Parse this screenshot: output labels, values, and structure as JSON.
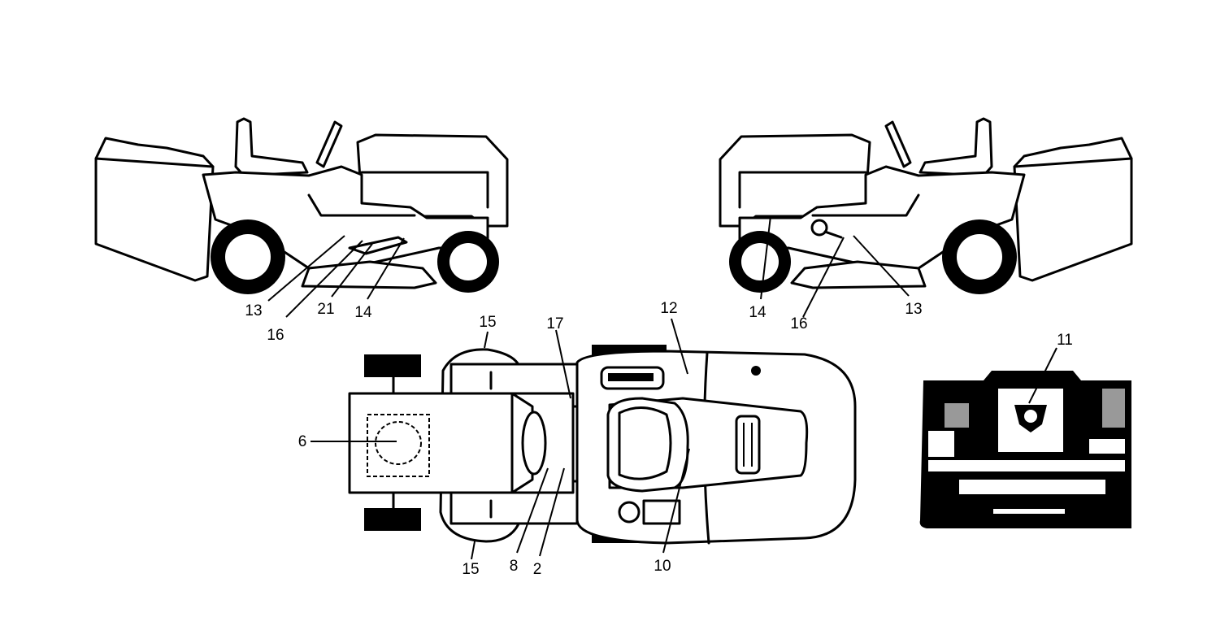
{
  "callouts": {
    "left_side": [
      "13",
      "16",
      "21",
      "14"
    ],
    "right_side": [
      "14",
      "16",
      "13"
    ],
    "top_view": [
      "15",
      "17",
      "12",
      "6",
      "15",
      "8",
      "2",
      "10"
    ],
    "panel": [
      "11"
    ]
  }
}
